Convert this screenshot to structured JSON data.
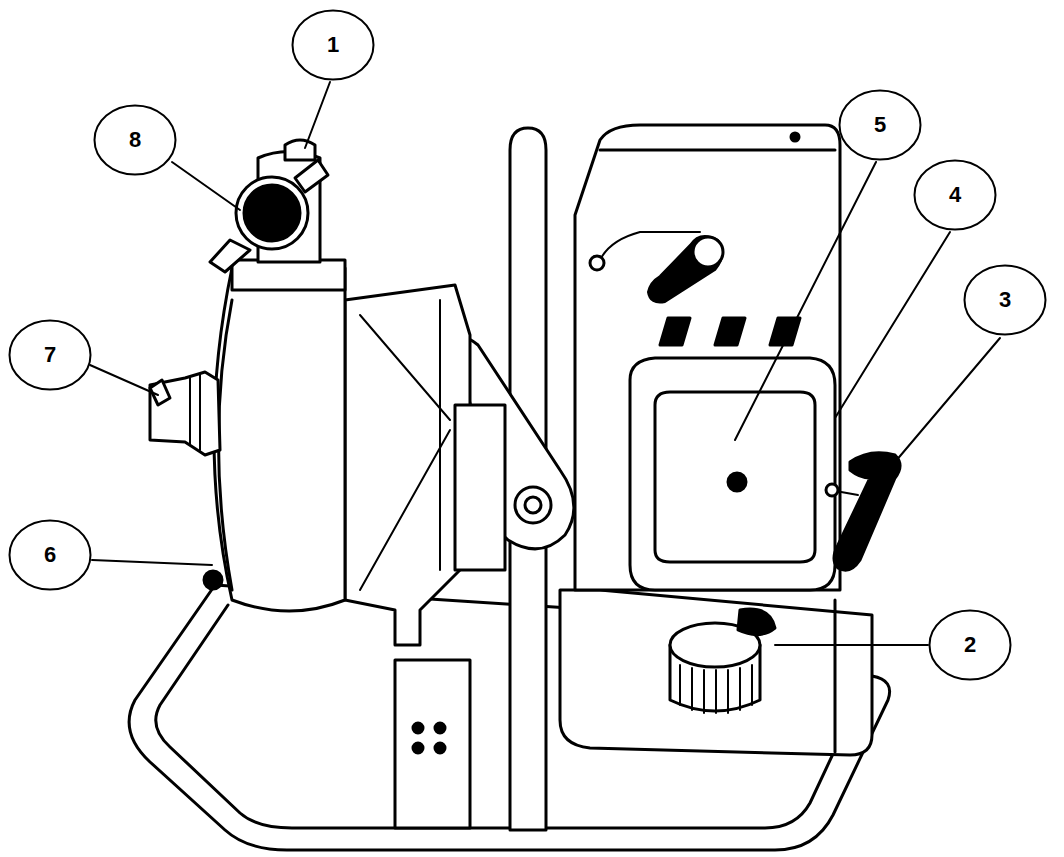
{
  "diagram": {
    "nodes": [
      {
        "text": [
          "1"
        ]
      },
      {
        "text": [
          "5"
        ]
      },
      {
        "text": [
          "8"
        ]
      },
      {
        "text": [
          "4"
        ]
      },
      {
        "text": [
          "3"
        ]
      },
      {
        "text": [
          "7"
        ]
      },
      {
        "text": [
          "6"
        ]
      },
      {
        "text": [
          "2"
        ]
      }
    ]
  }
}
